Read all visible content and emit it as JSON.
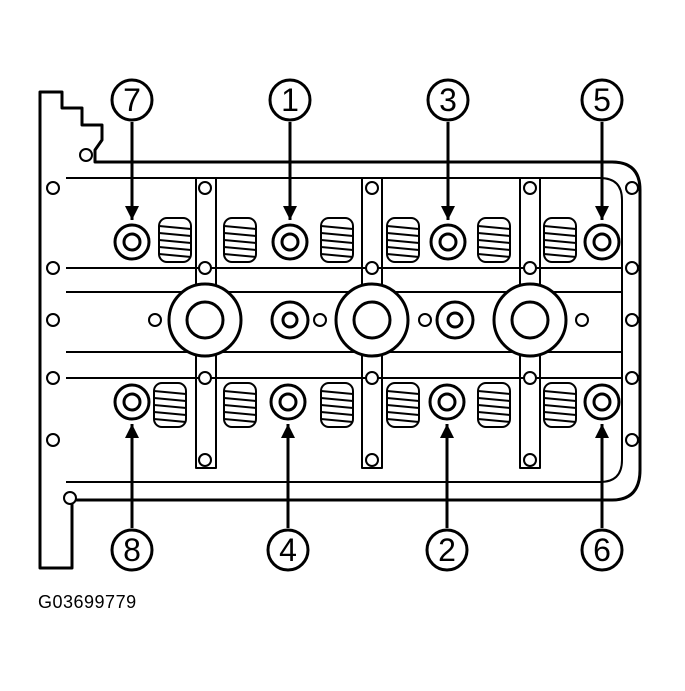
{
  "diagram": {
    "figure_id": "G03699779",
    "bolt_labels": [
      "7",
      "1",
      "3",
      "5",
      "8",
      "4",
      "2",
      "6"
    ],
    "line_color": "#000000",
    "fill_color": "#ffffff"
  }
}
